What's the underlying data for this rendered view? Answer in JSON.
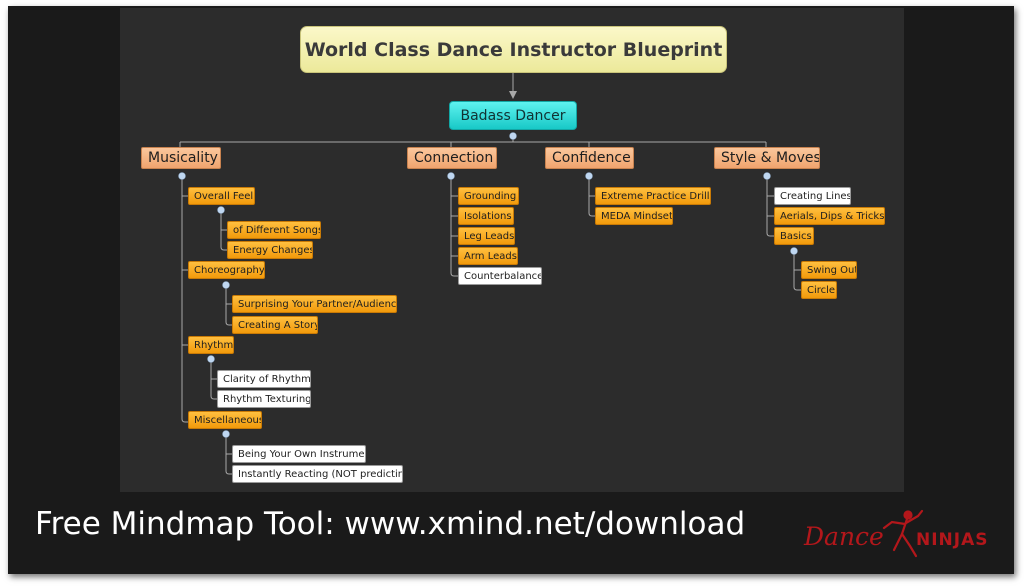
{
  "diagram": {
    "root": "World Class Dance Instructor Blueprint",
    "central": "Badass Dancer",
    "branches": {
      "musicality": {
        "label": "Musicality",
        "overall_feel": "Overall Feel",
        "different_songs": "of Different Songs",
        "energy_changes": "Energy Changes",
        "choreography": "Choreography",
        "surprising": "Surprising Your Partner/Audience",
        "creating_story": "Creating A Story",
        "rhythm": "Rhythm",
        "clarity": "Clarity of Rhythms",
        "texturing": "Rhythm Texturing",
        "miscellaneous": "Miscellaneous",
        "own_instrument": "Being Your Own Instrument",
        "instantly_reacting": "Instantly Reacting (NOT predicting)"
      },
      "connection": {
        "label": "Connection",
        "grounding": "Grounding",
        "isolations": "Isolations",
        "leg_leads": "Leg Leads",
        "arm_leads": "Arm Leads",
        "counterbalance": "Counterbalance"
      },
      "confidence": {
        "label": "Confidence",
        "practice_drills": "Extreme Practice Drills",
        "meda": "MEDA Mindset"
      },
      "style": {
        "label": "Style & Moves",
        "creating_lines": "Creating Lines",
        "aerials": "Aerials, Dips & Tricks",
        "basics": "Basics",
        "swing_out": "Swing Out",
        "circle": "Circle"
      }
    }
  },
  "footer": {
    "text": "Free Mindmap Tool: www.xmind.net/download",
    "logo_dance": "Dance",
    "logo_ninjas": "NINJAS"
  },
  "colors": {
    "root_fill": "#f4f1b2",
    "central_fill": "#2fdedc",
    "main_fill": "#f7b886",
    "sub_fill": "#f7a81e",
    "connector": "#a9a9a9",
    "dot": "#bfd7f1",
    "logo_red": "#b3171b"
  }
}
